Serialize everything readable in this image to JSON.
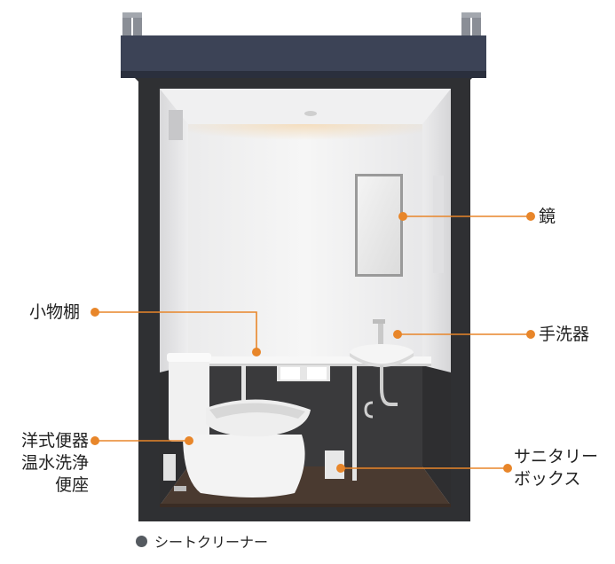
{
  "colors": {
    "accent": "#e8862a",
    "roof": "#3c4356",
    "frame": "#2f3033",
    "floor": "#4a3a30",
    "legend_dot": "#555a60"
  },
  "labels": {
    "mirror": "鏡",
    "shelf": "小物棚",
    "sink": "手洗器",
    "toilet": [
      "洋式便器",
      "温水洗浄",
      "便座"
    ],
    "sanitary_box": [
      "サニタリー",
      "ボックス"
    ]
  },
  "legend": {
    "icon": "gray-dot",
    "text": "シートクリーナー"
  }
}
